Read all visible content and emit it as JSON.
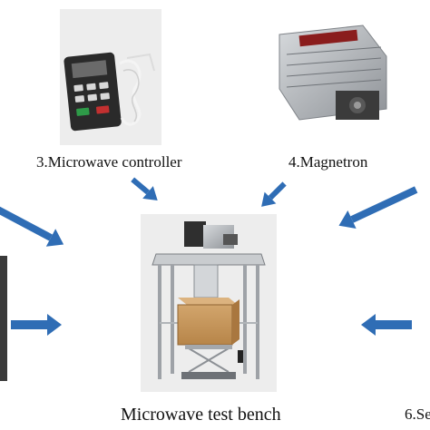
{
  "labels": {
    "controller": "3.Microwave controller",
    "magnetron": "4.Magnetron",
    "bench": "Microwave test bench",
    "six": "6.Se"
  },
  "colors": {
    "arrow": "#2f6db5",
    "photo_bg": "#ececec",
    "box": "#c79a63",
    "metal": "#b9bcc0"
  }
}
